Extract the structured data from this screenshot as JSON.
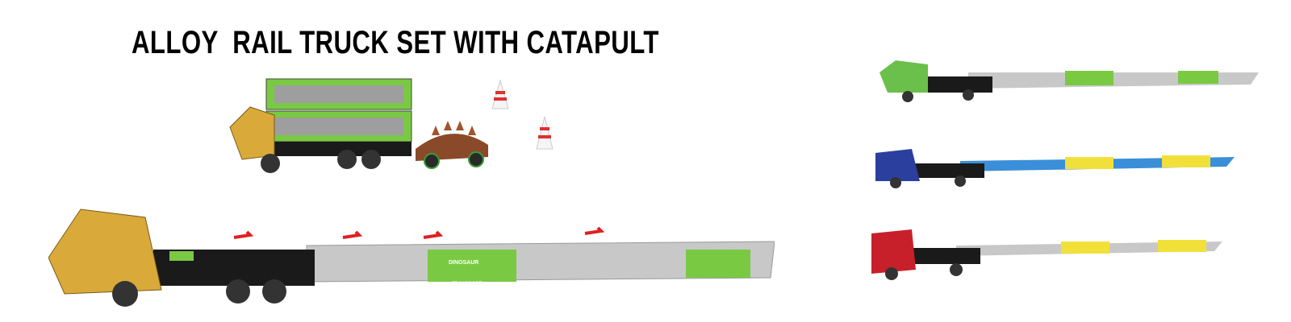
{
  "title": "ALLOY  RAIL TRUCK SET WITH CATAPULT",
  "logo_text": [
    "DINOSAUR",
    "TRANSPORT"
  ],
  "colors": {
    "green": "#7ac943",
    "black": "#1a1a1a",
    "gray_track": "#c8c8c8",
    "dino_yellow": "#d9a93a",
    "blue_truck": "#2a3f9e",
    "red_truck": "#c8202a",
    "yellow_track": "#f2e03a",
    "blue_track": "#3a8fd8",
    "arrow_red": "#e02020"
  }
}
